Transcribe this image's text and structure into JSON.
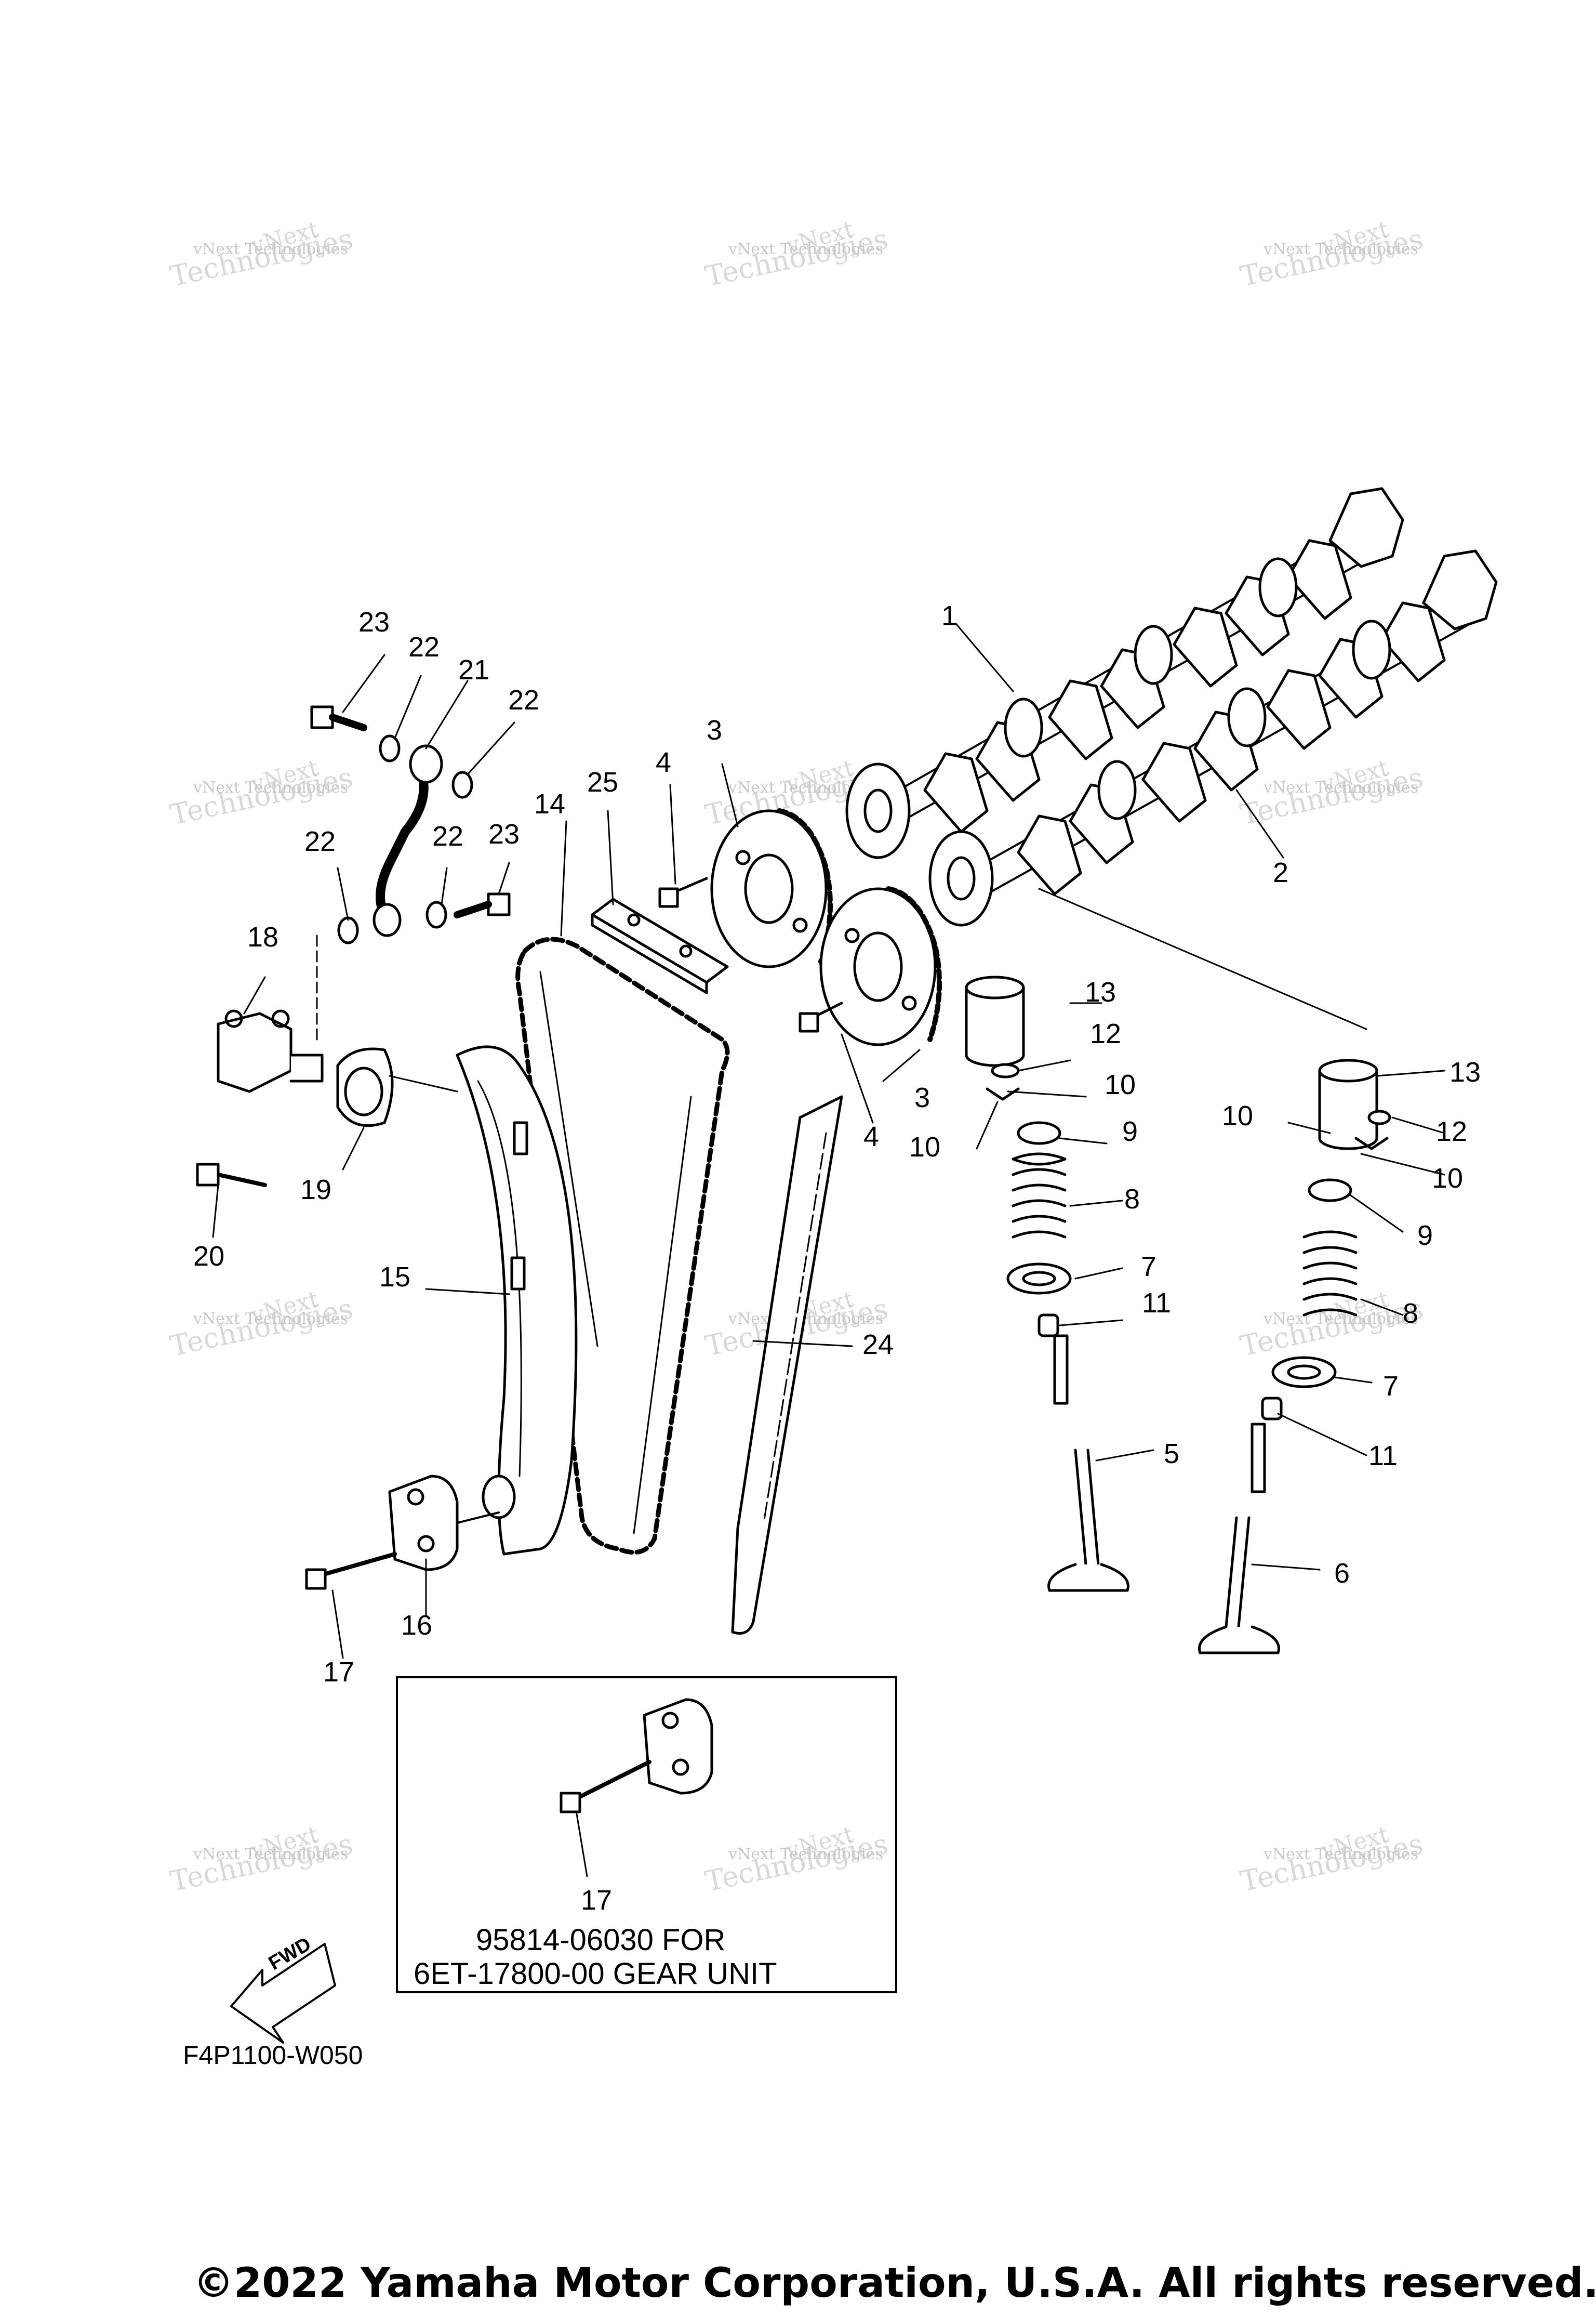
{
  "watermark": {
    "line1": "vNext Technologies",
    "line2": "Technologies",
    "line3": "vNext"
  },
  "callouts": [
    "1",
    "2",
    "3",
    "4",
    "5",
    "6",
    "7",
    "8",
    "9",
    "10",
    "11",
    "12",
    "13",
    "14",
    "15",
    "16",
    "17",
    "18",
    "19",
    "20",
    "21",
    "22",
    "23",
    "24",
    "25"
  ],
  "inset": {
    "callout": "17",
    "line1": "95814-06030 FOR",
    "line2": "6ET-17800-00 GEAR UNIT"
  },
  "fwd_label": "FWD",
  "diagram_code": "F4P1100-W050",
  "copyright": "©2022 Yamaha Motor Corporation, U.S.A. All rights reserved.",
  "colors": {
    "line": "#000000",
    "watermark": "#c8c8c8",
    "background": "#ffffff"
  }
}
